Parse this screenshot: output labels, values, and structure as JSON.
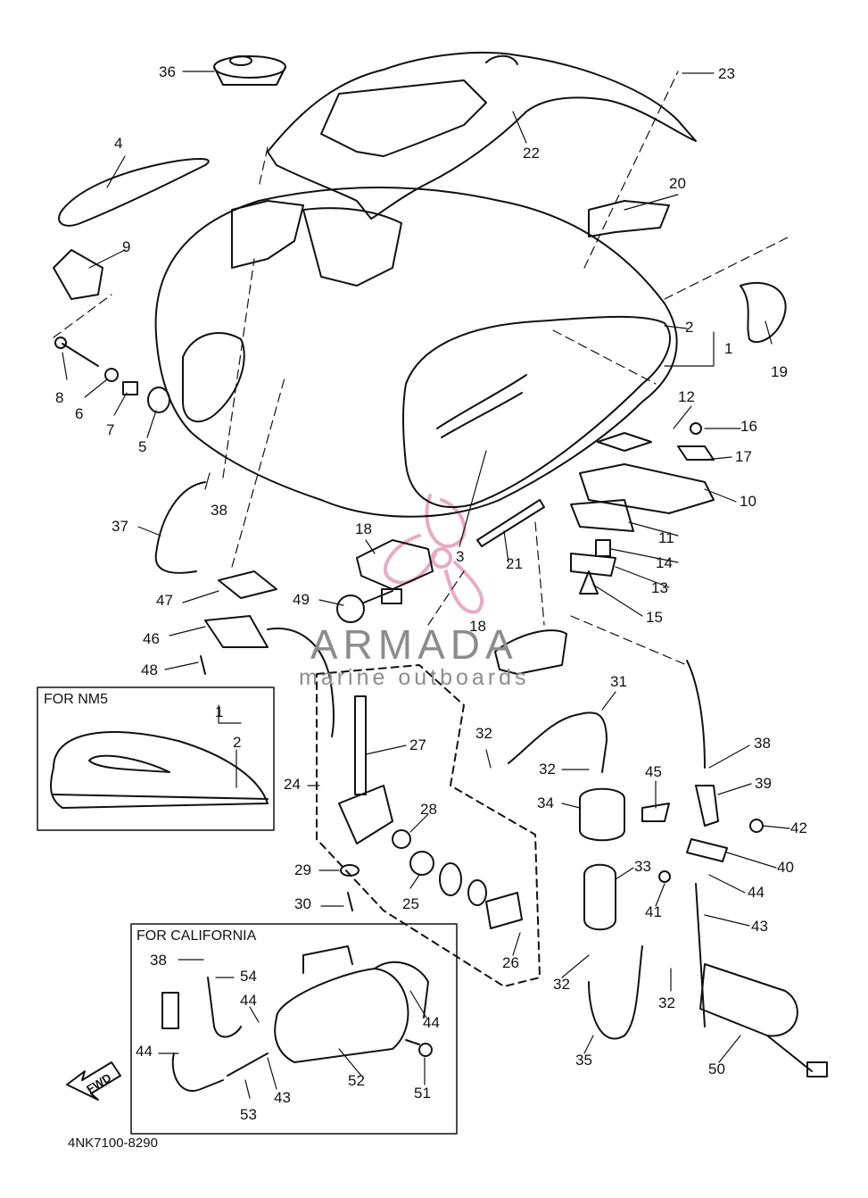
{
  "diagram": {
    "part_code": "4NK7100-8290",
    "watermark": {
      "brand": "ARMADA",
      "tagline": "marine outboards",
      "accent": "#e6a3bf"
    },
    "fwd_arrow_label": "FWD",
    "insets": [
      {
        "id": "nm5",
        "title": "FOR NM5",
        "callouts": [
          "1",
          "2"
        ]
      },
      {
        "id": "california",
        "title": "FOR CALIFORNIA",
        "callouts": [
          "38",
          "54",
          "44",
          "44",
          "52",
          "51",
          "53",
          "43",
          "44"
        ]
      }
    ],
    "callouts": [
      "36",
      "4",
      "9",
      "8",
      "6",
      "7",
      "5",
      "22",
      "23",
      "20",
      "2",
      "1",
      "19",
      "12",
      "16",
      "17",
      "10",
      "11",
      "14",
      "13",
      "15",
      "3",
      "21",
      "18",
      "18",
      "38",
      "37",
      "47",
      "46",
      "48",
      "49",
      "27",
      "24",
      "32",
      "31",
      "32",
      "34",
      "45",
      "38",
      "39",
      "42",
      "40",
      "44",
      "33",
      "41",
      "43",
      "28",
      "29",
      "25",
      "30",
      "26",
      "32",
      "32",
      "35",
      "50"
    ]
  },
  "colors": {
    "line": "#111111",
    "paper": "#ffffff"
  }
}
